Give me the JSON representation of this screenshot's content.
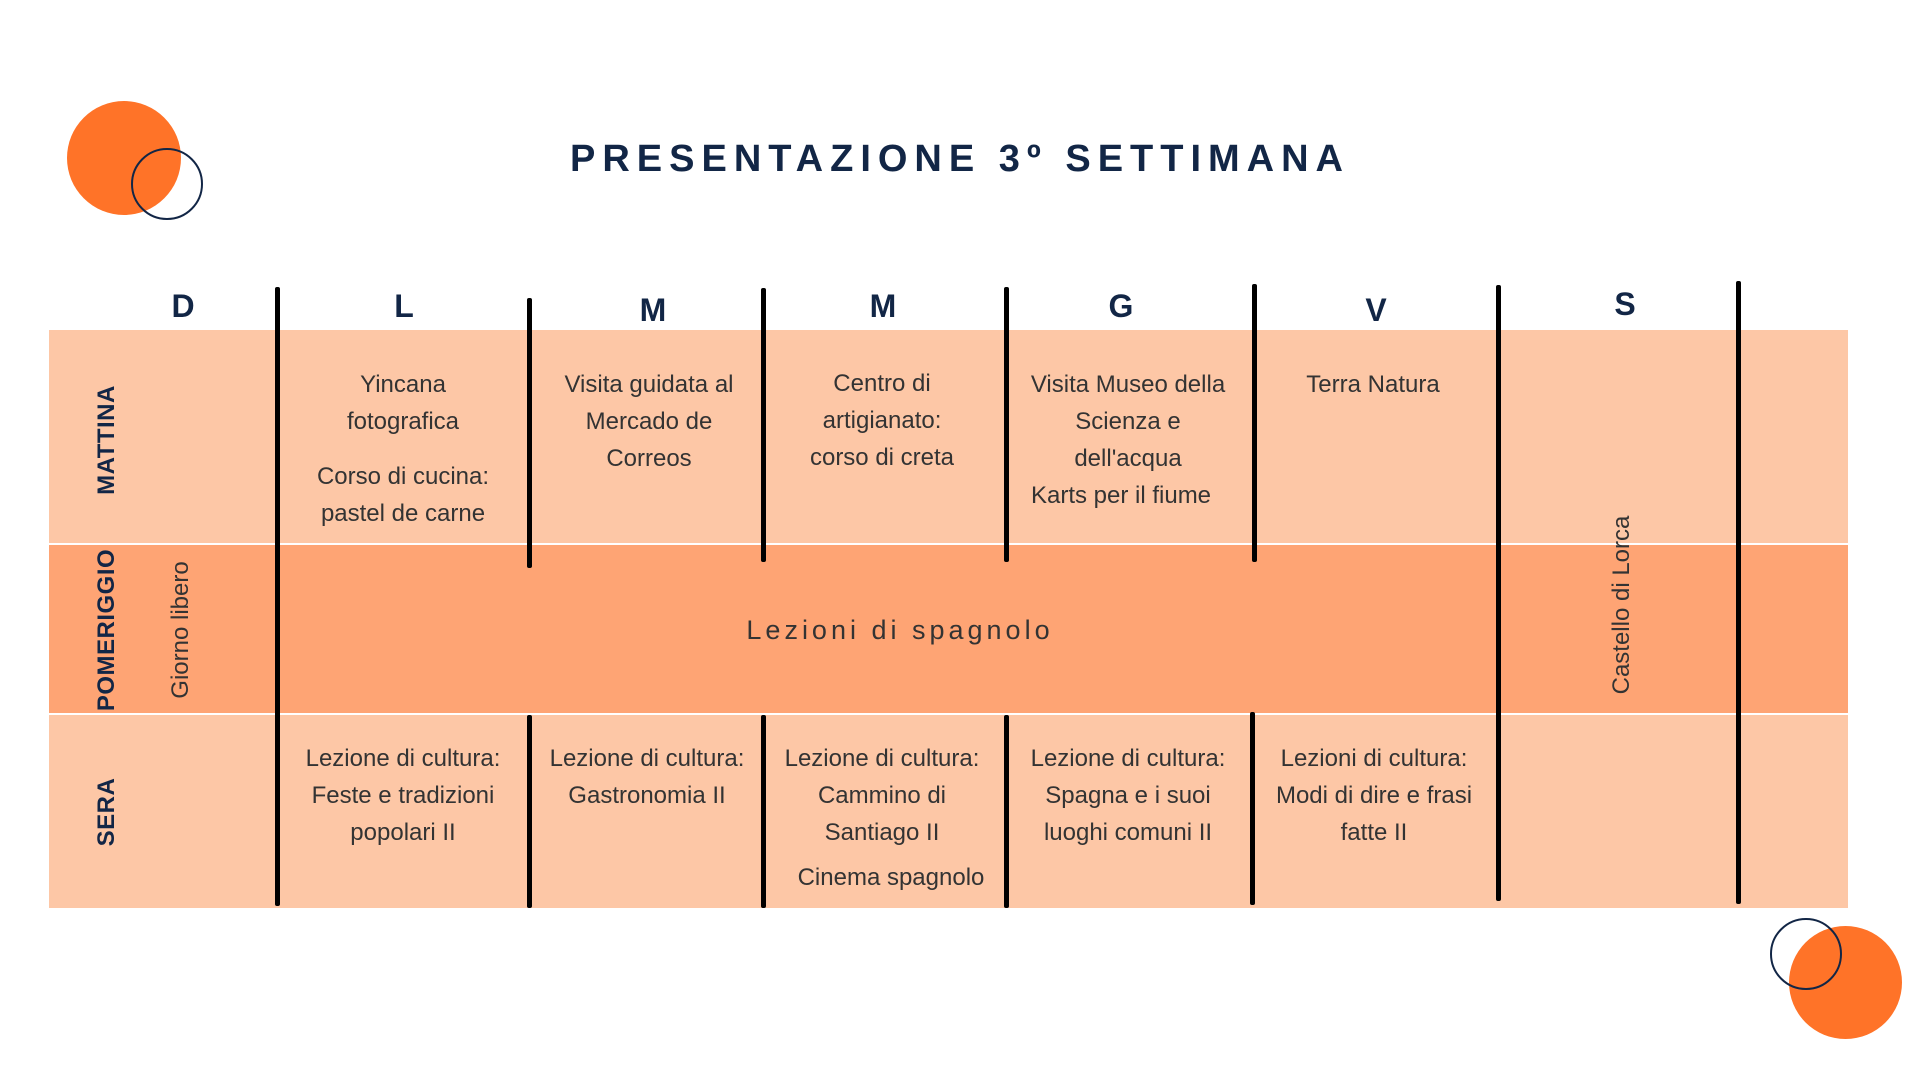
{
  "title": "PRESENTAZIONE 3º SETTIMANA",
  "days": [
    "D",
    "L",
    "M",
    "M",
    "G",
    "V",
    "S"
  ],
  "rows": {
    "morning": "MATTINA",
    "afternoon": "POMERIGGIO",
    "evening": "SERA"
  },
  "sunday": {
    "all_day": "Giorno libero"
  },
  "saturday": {
    "all_day": "Castello di Lorca"
  },
  "afternoon_activity": "Lezioni di spagnolo",
  "monday": {
    "morning_1": "Yincana",
    "morning_2": "fotografica",
    "morning_3": "Corso di cucina:",
    "morning_4": "pastel de carne",
    "evening_1": "Lezione di cultura:",
    "evening_2": "Feste e tradizioni",
    "evening_3": "popolari II"
  },
  "tuesday": {
    "morning_1": "Visita guidata al",
    "morning_2": "Mercado de",
    "morning_3": "Correos",
    "evening_1": "Lezione di cultura:",
    "evening_2": "Gastronomia II"
  },
  "wednesday": {
    "morning_1": "Centro di",
    "morning_2": "artigianato:",
    "morning_3": "corso di creta",
    "evening_1": "Lezione di cultura:",
    "evening_2": "Cammino di",
    "evening_3": "Santiago II",
    "evening_4": "Cinema spagnolo"
  },
  "thursday": {
    "morning_1": "Visita Museo della",
    "morning_2": "Scienza e",
    "morning_3": "dell'acqua",
    "morning_4": "Karts per il fiume",
    "evening_1": "Lezione di cultura:",
    "evening_2": "Spagna e i suoi",
    "evening_3": "luoghi comuni II"
  },
  "friday": {
    "morning_1": "Terra Natura",
    "evening_1": "Lezioni di cultura:",
    "evening_2": "Modi di dire e frasi",
    "evening_3": "fatte II"
  },
  "colors": {
    "accent_orange": "#ff7328",
    "row_light": "#fdc7a6",
    "row_afternoon": "#fea474",
    "navy": "#122646"
  }
}
